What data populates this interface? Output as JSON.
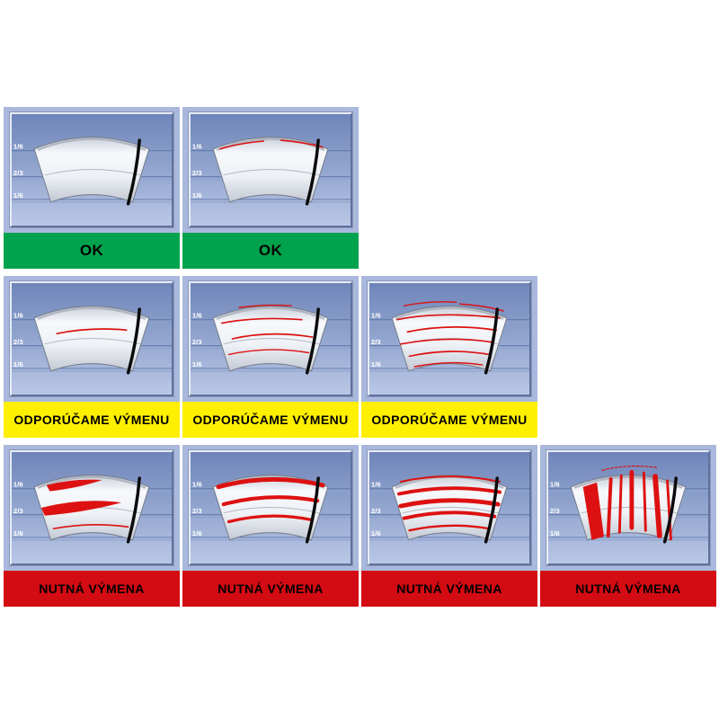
{
  "title": "wiper-blade-condition-chart",
  "colors": {
    "page_bg": "#ffffff",
    "panel_bg": "#a9b8dc",
    "screen_top": "#6f85ba",
    "screen_bottom": "#bac7e6",
    "status_ok": "#00a34d",
    "status_warn": "#ffef00",
    "status_bad": "#d30b12",
    "streak_red": "#dd1111",
    "label_text": "#000000"
  },
  "scale_labels": [
    "1/6",
    "2/3",
    "1/6"
  ],
  "rows": [
    {
      "id": "ok",
      "label": "OK",
      "band_color_key": "status_ok",
      "panels": [
        {
          "severity": "clean"
        },
        {
          "severity": "light"
        }
      ]
    },
    {
      "id": "warn",
      "label": "ODPORÚČAME VÝMENU",
      "band_color_key": "status_warn",
      "panels": [
        {
          "severity": "streaks-few"
        },
        {
          "severity": "streaks-some"
        },
        {
          "severity": "streaks-many"
        }
      ]
    },
    {
      "id": "bad",
      "label": "NUTNÁ VÝMENA",
      "band_color_key": "status_bad",
      "panels": [
        {
          "severity": "smears"
        },
        {
          "severity": "heavy-streaks"
        },
        {
          "severity": "very-heavy-streaks"
        },
        {
          "severity": "unwiped-bands"
        }
      ]
    }
  ]
}
